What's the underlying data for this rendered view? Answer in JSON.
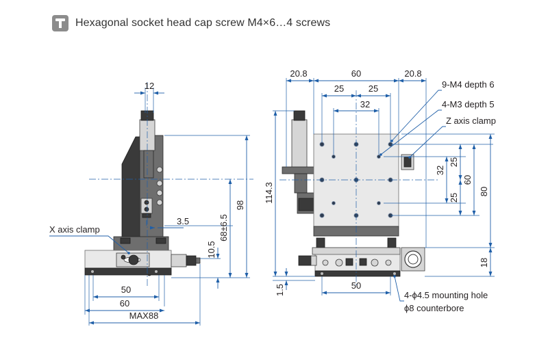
{
  "header": {
    "icon": "screw-icon",
    "title": "Hexagonal socket head cap screw M4×6…4 screws"
  },
  "side_view": {
    "dim_top": "12",
    "dim_small": "3.5",
    "dim_vertical_1": "10.5",
    "dim_vertical_2": "68±6.5",
    "dim_vertical_3": "98",
    "dim_base_inner": "50",
    "dim_base_outer": "60",
    "dim_max": "MAX88",
    "callout_x_clamp": "X axis clamp"
  },
  "front_view": {
    "dim_left": "20.8",
    "dim_top_60": "60",
    "dim_right": "20.8",
    "dim_25_left": "25",
    "dim_25_right": "25",
    "dim_32_top": "32",
    "dim_114": "114.3",
    "dim_1_5": "1.5",
    "dim_50_bottom": "50",
    "dim_r_32": "32",
    "dim_r_25_top": "25",
    "dim_r_25_bottom": "25",
    "dim_r_60": "60",
    "dim_r_80": "80",
    "dim_r_18": "18",
    "callout_tapped": "9-M4 depth 6",
    "callout_m3": "4-M3 depth 5",
    "callout_z_clamp": "Z axis clamp",
    "callout_mount_1": "4-ϕ4.5 mounting hole",
    "callout_mount_2": "ϕ8 counterbore"
  },
  "colors": {
    "dimension_line": "#1f5fa8",
    "hole": "#2e3d52",
    "plate": "#e9e9e9"
  }
}
